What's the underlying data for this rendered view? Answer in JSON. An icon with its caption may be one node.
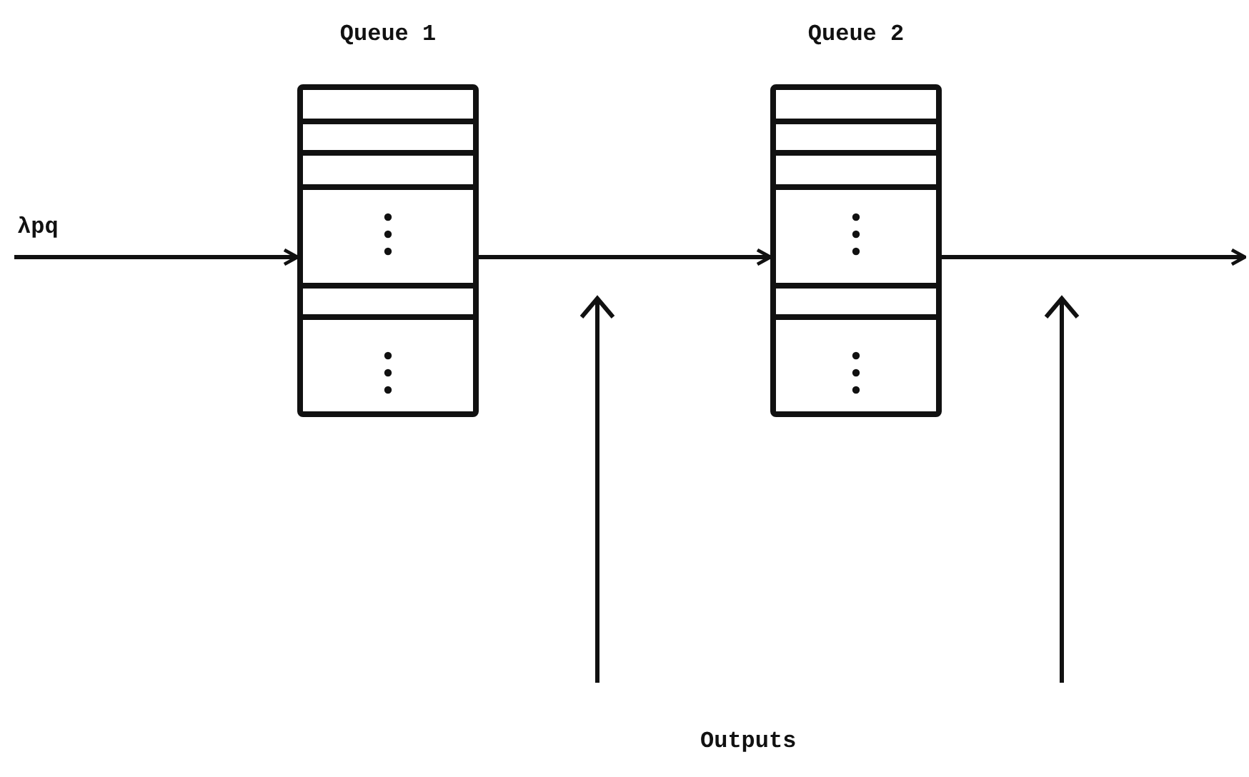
{
  "diagram": {
    "nodes": [
      {
        "text": [
          "Queue 1"
        ]
      },
      {
        "text": [
          "Queue 2"
        ]
      }
    ],
    "edges": [
      {
        "from": null,
        "to": 0,
        "arrow": "to",
        "label": "λpq"
      },
      {
        "from": 0,
        "to": 1,
        "arrow": "to"
      },
      {
        "from": 1,
        "to": null,
        "arrow": "to"
      }
    ],
    "labels": [
      "Outputs"
    ]
  }
}
